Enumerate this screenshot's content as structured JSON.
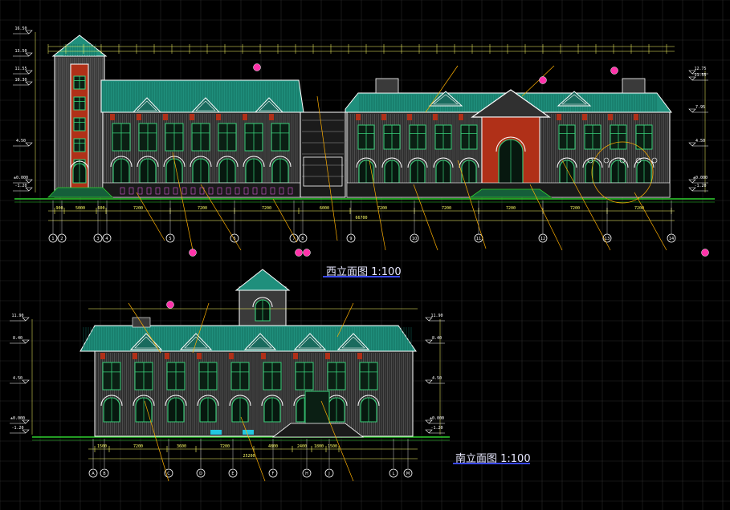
{
  "drawing": {
    "background": "#000000",
    "grid_color": "#2a2a2a",
    "accent_colors": {
      "roof": "#1f8f7c",
      "wall_brick": "#8a8a8a",
      "brick_red": "#b03018",
      "window_green": "#39d07a",
      "dimension": "#ffff66",
      "axis_line": "#ffffff",
      "leader": "#ffb000",
      "section_marker": "#ff33aa",
      "ground": "#2fd02f",
      "title_underline": "#3a49ff"
    }
  },
  "west_elevation": {
    "title": "西立面图 1:100",
    "overall_dimension": "66700",
    "bay_dimensions": [
      "900",
      "5000",
      "600",
      "7200",
      "7200",
      "7200",
      "6000",
      "7200",
      "7200",
      "7200",
      "7200",
      "7200"
    ],
    "axis_labels": [
      "1",
      "2",
      "3",
      "4",
      "5",
      "6",
      "7",
      "8",
      "9",
      "10",
      "11",
      "12",
      "13",
      "14"
    ],
    "level_marks_left": [
      "16.50",
      "13.50",
      "11.55",
      "10.30",
      "4.50",
      "±0.000",
      "-1.20"
    ],
    "level_marks_right": [
      "12.75",
      "11.55",
      "7.95",
      "4.50",
      "±0.000",
      "-1.20"
    ]
  },
  "south_elevation": {
    "title": "南立面图 1:100",
    "overall_dimension": "25200",
    "bay_dimensions": [
      "1500",
      "7200",
      "3600",
      "7200",
      "4800",
      "2400",
      "1800",
      "1500"
    ],
    "axis_labels": [
      "A",
      "B",
      "C",
      "D",
      "E",
      "F",
      "H",
      "J",
      "L",
      "M"
    ],
    "level_marks_left": [
      "11.90",
      "8.40",
      "4.50",
      "±0.000",
      "-1.20"
    ],
    "level_marks_right": [
      "11.90",
      "8.40",
      "4.50",
      "±0.000",
      "-1.20"
    ]
  }
}
